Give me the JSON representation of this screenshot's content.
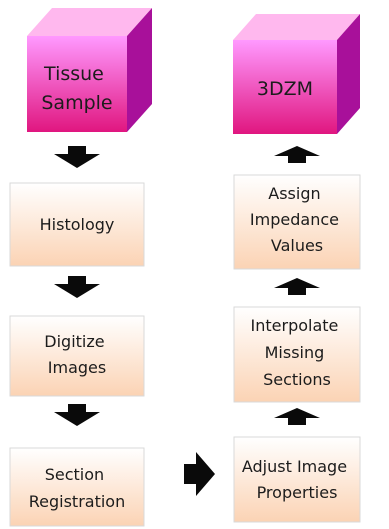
{
  "diagram": {
    "left_column": {
      "cube": {
        "lines": [
          "Tissue",
          "Sample"
        ]
      },
      "steps": [
        {
          "lines": [
            "Histology"
          ]
        },
        {
          "lines": [
            "Digitize",
            "Images"
          ]
        },
        {
          "lines": [
            "Section",
            "Registration"
          ]
        }
      ]
    },
    "right_column": {
      "cube": {
        "lines": [
          "3DZM"
        ]
      },
      "steps": [
        {
          "lines": [
            "Assign",
            "Impedance",
            "Values"
          ]
        },
        {
          "lines": [
            "Interpolate",
            "Missing",
            "Sections"
          ]
        },
        {
          "lines": [
            "Adjust Image",
            "Properties"
          ]
        }
      ]
    }
  },
  "colors": {
    "cube_front_top": "#ff99ff",
    "cube_front_bottom": "#e0167f",
    "cube_top": "#ffb8ee",
    "cube_side": "#a8109a",
    "box_top": "#ffffff",
    "box_bottom": "#fbd3b4",
    "box_border": "#d9d9d9",
    "arrow": "#0a0a0a"
  }
}
